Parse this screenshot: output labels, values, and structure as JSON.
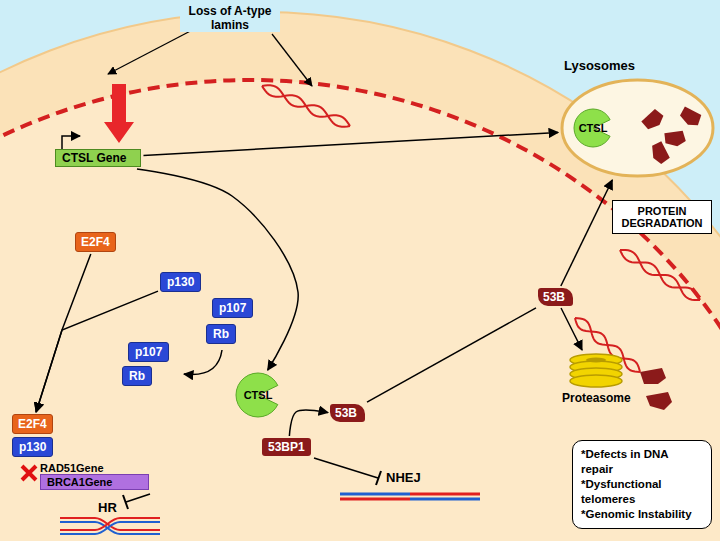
{
  "diagram": {
    "nodes": [
      {
        "text": [
          "Lysosomes"
        ]
      },
      {
        "text": [
          "CTSL"
        ],
        "in": 0
      },
      {
        "text": [
          "PROTEIN DEGRADATION"
        ]
      },
      {
        "text": [
          "CTSL Gene"
        ]
      },
      {
        "text": [
          "E2F4"
        ]
      },
      {
        "text": [
          "p130"
        ]
      },
      {
        "text": [
          "p107"
        ]
      },
      {
        "text": [
          "Rb"
        ]
      },
      {
        "text": [
          "p107"
        ]
      },
      {
        "text": [
          "Rb"
        ]
      },
      {
        "text": [
          "CTSL"
        ]
      },
      {
        "text": [
          "E2F4"
        ]
      },
      {
        "text": [
          "p130"
        ]
      },
      {
        "text": [
          "RAD51Gene",
          "BRCA1Gene"
        ]
      },
      {
        "text": [
          "53BP1"
        ]
      },
      {
        "text": [
          "53B"
        ]
      },
      {
        "text": [
          "53B"
        ]
      },
      {
        "text": [
          "Proteasome"
        ]
      },
      {
        "text": [
          "*Defects in DNA repair",
          "*Dysfunctional telomeres",
          "*Genomic Instability"
        ]
      }
    ],
    "edges": [
      {
        "from": 3,
        "to": 0,
        "arrow": "to"
      },
      {
        "from": 3,
        "to": 10,
        "arrow": "to"
      },
      {
        "from": 4,
        "to": 11,
        "arrow": "to"
      },
      {
        "from": 5,
        "to": 11,
        "arrow": "to"
      },
      {
        "from": 14,
        "to": 15,
        "arrow": "to"
      },
      {
        "from": 15,
        "to": 16,
        "arrow": "none"
      },
      {
        "from": 16,
        "to": 0,
        "arrow": "to"
      },
      {
        "from": 16,
        "to": 17,
        "arrow": "to"
      }
    ],
    "labels": [
      "Loss of A-type lamins",
      "HR",
      "NHEJ"
    ]
  }
}
